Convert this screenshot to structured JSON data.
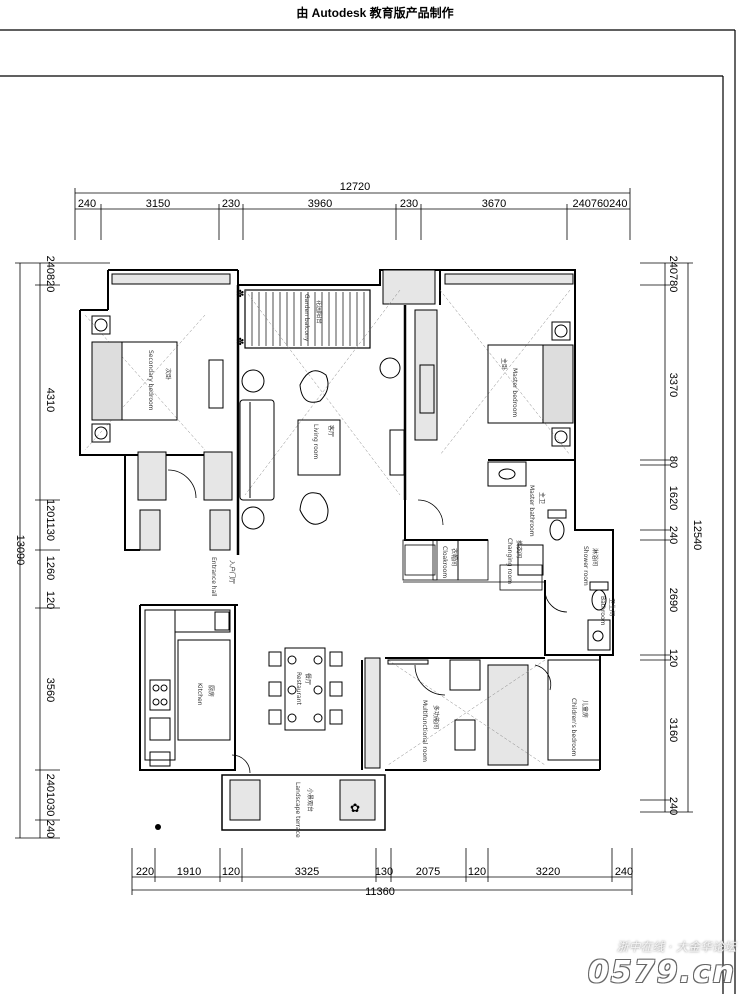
{
  "header": {
    "title": "由 Autodesk 教育版产品制作"
  },
  "dimensions": {
    "top_total": "12720",
    "top_segments": [
      "240",
      "3150",
      "230",
      "3960",
      "230",
      "3670",
      "240760240"
    ],
    "bottom_total": "11360",
    "bottom_segments": [
      "220",
      "1910",
      "120",
      "3325",
      "130",
      "2075",
      "120",
      "3220",
      "240"
    ],
    "left_total": "13090",
    "left_segments": [
      "240820",
      "4310",
      "1201130",
      "1260",
      "120",
      "3560",
      "2401030",
      "240"
    ],
    "right_total": "12540",
    "right_segments": [
      "240780",
      "3370",
      "80",
      "1620",
      "240",
      "2690",
      "120",
      "3160",
      "240"
    ]
  },
  "rooms": {
    "secondary_bedroom": [
      "次卧",
      "Secondary bedroom"
    ],
    "master_bedroom": [
      "主卧",
      "Master bedroom"
    ],
    "living_room": [
      "客厅",
      "Living room"
    ],
    "garden_balcony": [
      "花园阳台",
      "Garden balcony"
    ],
    "entrance_hall": [
      "入户门厅",
      "Entrance hall"
    ],
    "kitchen": [
      "厨房",
      "Kitchen"
    ],
    "restaurant": [
      "餐厅",
      "Restaurant"
    ],
    "multi_room": [
      "多功能间",
      "Multifunctional room"
    ],
    "childrens_bedroom": [
      "儿童房",
      "Children's bedroom"
    ],
    "landscape_terrace": [
      "小景观台",
      "Landscape terrace"
    ],
    "cloakroom": [
      "衣帽间",
      "Cloakroom"
    ],
    "changing_room": [
      "换衣间",
      "Changing room"
    ],
    "master_bathroom": [
      "主卫",
      "Master bathroom"
    ],
    "shower_room": [
      "淋浴间",
      "Shower room"
    ],
    "bathroom": [
      "卫生间",
      "Bathroom"
    ]
  },
  "watermark": {
    "line1": "浙中在线 · 大金华论坛",
    "line2": "0579.cn"
  },
  "colors": {
    "line": "#000000",
    "background": "#ffffff",
    "hatch": "#555555"
  }
}
